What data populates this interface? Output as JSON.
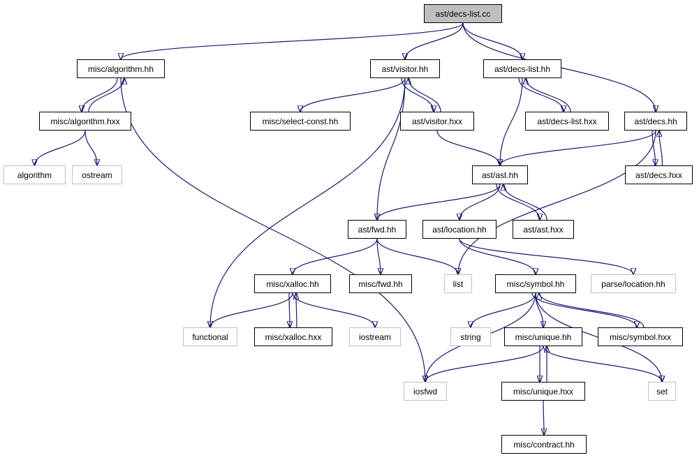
{
  "colors": {
    "edge": "#191970",
    "local_border": "#000000",
    "external_border": "#bfbfbf",
    "root_fill": "#bfbfbf"
  },
  "nodes": {
    "decs_list_cc": {
      "label": "ast/decs-list.cc",
      "kind": "root"
    },
    "algorithm_hh": {
      "label": "misc/algorithm.hh",
      "kind": "local"
    },
    "visitor_hh": {
      "label": "ast/visitor.hh",
      "kind": "local"
    },
    "decs_list_hh": {
      "label": "ast/decs-list.hh",
      "kind": "local"
    },
    "decs_hh": {
      "label": "ast/decs.hh",
      "kind": "local"
    },
    "algorithm_hxx": {
      "label": "misc/algorithm.hxx",
      "kind": "local"
    },
    "select_const_hh": {
      "label": "misc/select-const.hh",
      "kind": "local"
    },
    "visitor_hxx": {
      "label": "ast/visitor.hxx",
      "kind": "local"
    },
    "decs_list_hxx": {
      "label": "ast/decs-list.hxx",
      "kind": "local"
    },
    "algorithm": {
      "label": "algorithm",
      "kind": "external"
    },
    "ostream": {
      "label": "ostream",
      "kind": "external"
    },
    "ast_hh": {
      "label": "ast/ast.hh",
      "kind": "local"
    },
    "decs_hxx": {
      "label": "ast/decs.hxx",
      "kind": "local"
    },
    "fwd_hh": {
      "label": "ast/fwd.hh",
      "kind": "local"
    },
    "location_hh": {
      "label": "ast/location.hh",
      "kind": "local"
    },
    "ast_hxx": {
      "label": "ast/ast.hxx",
      "kind": "local"
    },
    "xalloc_hh": {
      "label": "misc/xalloc.hh",
      "kind": "local"
    },
    "misc_fwd_hh": {
      "label": "misc/fwd.hh",
      "kind": "local"
    },
    "list": {
      "label": "list",
      "kind": "external"
    },
    "symbol_hh": {
      "label": "misc/symbol.hh",
      "kind": "local"
    },
    "parse_location_hh": {
      "label": "parse/location.hh",
      "kind": "external"
    },
    "functional": {
      "label": "functional",
      "kind": "external"
    },
    "xalloc_hxx": {
      "label": "misc/xalloc.hxx",
      "kind": "local"
    },
    "iostream": {
      "label": "iostream",
      "kind": "external"
    },
    "string": {
      "label": "string",
      "kind": "external"
    },
    "unique_hh": {
      "label": "misc/unique.hh",
      "kind": "local"
    },
    "symbol_hxx": {
      "label": "misc/symbol.hxx",
      "kind": "local"
    },
    "iosfwd": {
      "label": "iosfwd",
      "kind": "external"
    },
    "set": {
      "label": "set",
      "kind": "external"
    },
    "unique_hxx": {
      "label": "misc/unique.hxx",
      "kind": "local"
    },
    "contract_hh": {
      "label": "misc/contract.hh",
      "kind": "local"
    }
  },
  "edges": [
    [
      "decs_list_cc",
      "algorithm_hh"
    ],
    [
      "decs_list_cc",
      "visitor_hh"
    ],
    [
      "decs_list_cc",
      "decs_list_hh"
    ],
    [
      "decs_list_cc",
      "decs_hh"
    ],
    [
      "algorithm_hh",
      "algorithm_hxx"
    ],
    [
      "algorithm_hxx",
      "algorithm_hh"
    ],
    [
      "algorithm_hxx",
      "algorithm"
    ],
    [
      "algorithm_hxx",
      "ostream"
    ],
    [
      "algorithm_hh",
      "iosfwd"
    ],
    [
      "visitor_hh",
      "functional"
    ],
    [
      "visitor_hh",
      "select_const_hh"
    ],
    [
      "visitor_hh",
      "visitor_hxx"
    ],
    [
      "visitor_hxx",
      "visitor_hh"
    ],
    [
      "visitor_hh",
      "fwd_hh"
    ],
    [
      "visitor_hxx",
      "ast_hh"
    ],
    [
      "decs_list_hh",
      "ast_hh"
    ],
    [
      "decs_list_hh",
      "decs_list_hxx"
    ],
    [
      "decs_list_hxx",
      "decs_list_hh"
    ],
    [
      "decs_hh",
      "ast_hh"
    ],
    [
      "decs_hh",
      "decs_hxx"
    ],
    [
      "decs_hxx",
      "decs_hh"
    ],
    [
      "decs_hh",
      "list"
    ],
    [
      "ast_hh",
      "fwd_hh"
    ],
    [
      "ast_hh",
      "location_hh"
    ],
    [
      "ast_hh",
      "ast_hxx"
    ],
    [
      "ast_hxx",
      "ast_hh"
    ],
    [
      "fwd_hh",
      "xalloc_hh"
    ],
    [
      "fwd_hh",
      "misc_fwd_hh"
    ],
    [
      "fwd_hh",
      "list"
    ],
    [
      "location_hh",
      "symbol_hh"
    ],
    [
      "location_hh",
      "parse_location_hh"
    ],
    [
      "xalloc_hh",
      "functional"
    ],
    [
      "xalloc_hh",
      "xalloc_hxx"
    ],
    [
      "xalloc_hxx",
      "xalloc_hh"
    ],
    [
      "xalloc_hh",
      "iostream"
    ],
    [
      "symbol_hh",
      "iosfwd"
    ],
    [
      "symbol_hh",
      "string"
    ],
    [
      "symbol_hh",
      "unique_hh"
    ],
    [
      "symbol_hh",
      "symbol_hxx"
    ],
    [
      "symbol_hxx",
      "symbol_hh"
    ],
    [
      "symbol_hh",
      "set"
    ],
    [
      "unique_hh",
      "iosfwd"
    ],
    [
      "unique_hh",
      "unique_hxx"
    ],
    [
      "unique_hxx",
      "unique_hh"
    ],
    [
      "unique_hh",
      "set"
    ],
    [
      "unique_hxx",
      "contract_hh"
    ]
  ]
}
